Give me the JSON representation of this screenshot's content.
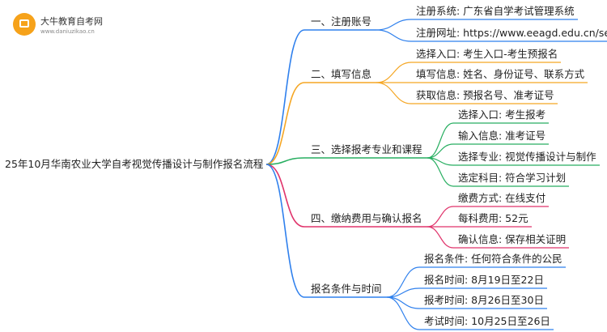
{
  "logo": {
    "name": "大牛教育自考网",
    "url": "www.daniuzikao.cn"
  },
  "root": {
    "label": "25年10月华南农业大学自考视觉传播设计与制作报名流程"
  },
  "branches": [
    {
      "label": "一、注册账号",
      "color": "#2f80ed",
      "leaves": [
        "注册系统: 广东省自学考试管理系统",
        "注册网址: https://www.eeagd.edu.cn/selfec/"
      ]
    },
    {
      "label": "二、填写信息",
      "color": "#f5a623",
      "leaves": [
        "选择入口: 考生入口-考生预报名",
        "填写信息: 姓名、身份证号、联系方式",
        "获取信息: 预报名号、准考证号"
      ]
    },
    {
      "label": "三、选择报考专业和课程",
      "color": "#27ae60",
      "leaves": [
        "选择入口: 考生报考",
        "输入信息: 准考证号",
        "选择专业: 视觉传播设计与制作",
        "选定科目: 符合学习计划"
      ]
    },
    {
      "label": "四、缴纳费用与确认报名",
      "color": "#e0336b",
      "leaves": [
        "缴费方式: 在线支付",
        "每科费用: 52元",
        "确认信息: 保存相关证明"
      ]
    },
    {
      "label": "报名条件与时间",
      "color": "#2f80ed",
      "leaves": [
        "报名条件: 任何符合条件的公民",
        "报名时间: 8月19日至22日",
        "报考时间: 8月26日至30日",
        "考试时间: 10月25日至26日"
      ]
    }
  ]
}
